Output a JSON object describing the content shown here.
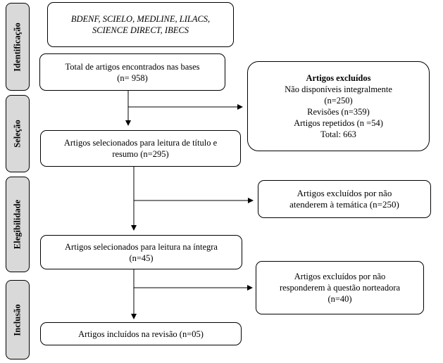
{
  "stages": [
    {
      "id": "identificacao",
      "label": "Identificação"
    },
    {
      "id": "selecao",
      "label": "Seleção"
    },
    {
      "id": "elegibilidade",
      "label": "Elegibilidade"
    },
    {
      "id": "inclusao",
      "label": "Inclusão"
    }
  ],
  "boxes": {
    "databases": {
      "lines": [
        "BDENF, SCIELO, MEDLINE, LILACS,",
        "SCIENCE DIRECT, IBECS"
      ]
    },
    "total_found": {
      "lines": [
        "Total de artigos encontrados nas bases",
        "(n= 958)"
      ]
    },
    "excluded_1": {
      "title": "Artigos excluídos",
      "lines": [
        "Não disponíveis integralmente",
        "(n=250)",
        "Revisões (n=359)",
        "Artigos repetidos (n =54)",
        "Total: 663"
      ]
    },
    "selected_title_abstract": {
      "lines": [
        "Artigos selecionados para leitura de título e",
        "resumo (n=295)"
      ]
    },
    "excluded_2": {
      "lines": [
        "Artigos excluídos por não",
        "atenderem à temática (n=250)"
      ]
    },
    "selected_full": {
      "lines": [
        "Artigos selecionados para leitura na íntegra",
        "(n=45)"
      ]
    },
    "excluded_3": {
      "lines": [
        "Artigos excluídos por não",
        "responderem à questão norteadora",
        "(n=40)"
      ]
    },
    "included": {
      "lines": [
        "Artigos incluídos na revisão (n=05)"
      ]
    }
  }
}
